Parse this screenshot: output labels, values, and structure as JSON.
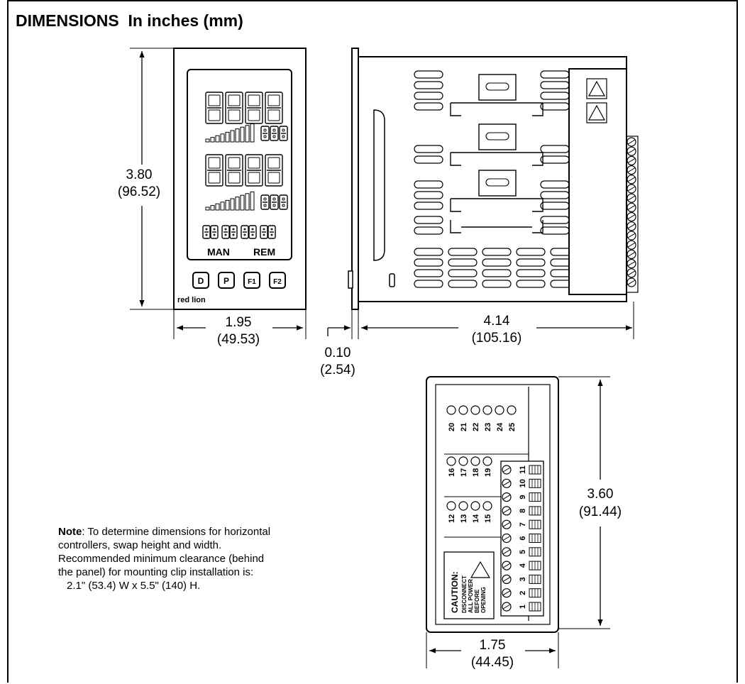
{
  "title": "DIMENSIONS  In inches (mm)",
  "front_view": {
    "keys": [
      "D",
      "P",
      "F1",
      "F2"
    ],
    "brand": "red lion",
    "labels": {
      "man": "MAN",
      "rem": "REM"
    },
    "height_in": "3.80",
    "height_mm": "(96.52)",
    "width_in": "1.95",
    "width_mm": "(49.53)"
  },
  "side_view": {
    "bezel_in": "0.10",
    "bezel_mm": "(2.54)",
    "depth_in": "4.14",
    "depth_mm": "(105.16)"
  },
  "rear_view": {
    "top_terminals": [
      "20",
      "21",
      "22",
      "23",
      "24",
      "25"
    ],
    "mid_terminals": [
      "16",
      "17",
      "18",
      "19"
    ],
    "low_terminals": [
      "12",
      "13",
      "14",
      "15"
    ],
    "right_terminals": [
      "1",
      "2",
      "3",
      "4",
      "5",
      "6",
      "7",
      "8",
      "9",
      "10",
      "11"
    ],
    "caution_title": "CAUTION:",
    "caution_lines": [
      "DISCONNECT",
      "ALL POWER",
      "BEFORE",
      "OPENING"
    ],
    "height_in": "3.60",
    "height_mm": "(91.44)",
    "width_in": "1.75",
    "width_mm": "(44.45)"
  },
  "note": {
    "heading": "Note",
    "text": ": To determine dimensions for horizontal controllers, swap height and width. Recommended minimum clearance (behind the panel) for mounting clip installation is:",
    "line2": "2.1\" (53.4) W x 5.5\" (140) H."
  }
}
